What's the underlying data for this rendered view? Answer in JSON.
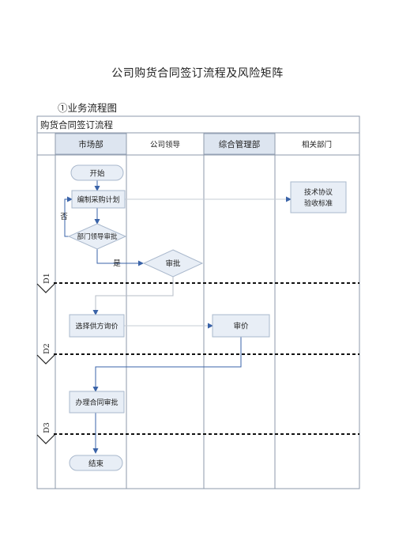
{
  "document": {
    "title": "公司购货合同签订流程及风险矩阵",
    "section_label": "①业务流程图"
  },
  "flowchart": {
    "name": "购货合同签订流程",
    "lanes": [
      "市场部",
      "公司领导",
      "综合管理部",
      "相关部门"
    ],
    "stages": [
      "D1",
      "D2",
      "D3"
    ],
    "nodes": {
      "start": "开始",
      "plan": "编制采购计划",
      "tech": "技术协议\n验收标准",
      "dept_review": "部门领导审批",
      "approve": "审批",
      "select_supplier": "选择供方询价",
      "price_review": "审价",
      "handle_contract": "办理合同审批",
      "end": "结束"
    },
    "edge_labels": {
      "no": "否",
      "yes": "是"
    }
  },
  "colors": {
    "border": "#8e9aab",
    "header_fill": "#dde5f0",
    "node_fill": "#e8eef6",
    "node_stroke": "#a9b8cc",
    "arrow": "#3a63a8"
  }
}
